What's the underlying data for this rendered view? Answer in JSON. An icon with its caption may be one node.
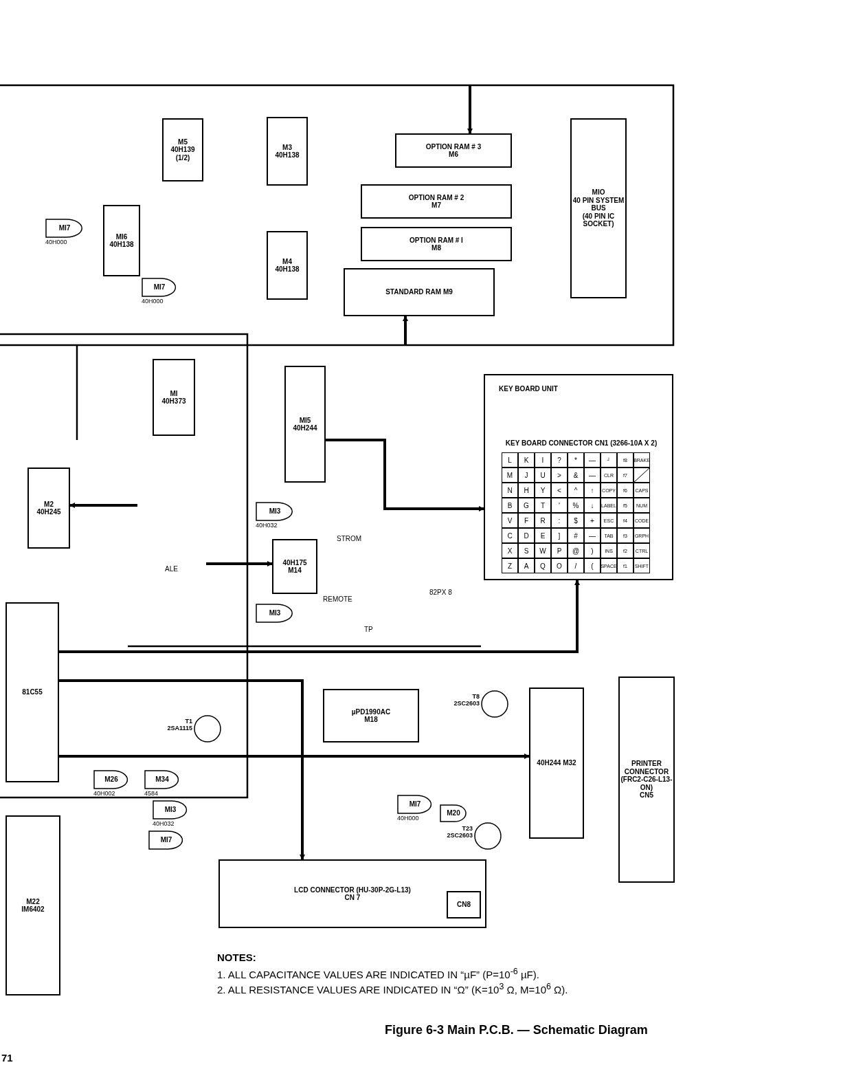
{
  "diagram": {
    "caption": "Figure 6-3 Main P.C.B. — Schematic Diagram",
    "nodes": [
      {
        "text": [
          "M5",
          "40H139 (1/2)"
        ]
      },
      {
        "text": [
          "M3",
          "40H138"
        ]
      },
      {
        "text": [
          "M4",
          "40H138"
        ]
      },
      {
        "text": [
          "MI6",
          "40H138"
        ]
      },
      {
        "text": [
          "MI7"
        ],
        "beside": [
          "40H000"
        ]
      },
      {
        "text": [
          "OPTION RAM # 3",
          "M6"
        ]
      },
      {
        "text": [
          "OPTION RAM # 2",
          "M7"
        ]
      },
      {
        "text": [
          "OPTION RAM # I",
          "M8"
        ]
      },
      {
        "text": [
          "STANDARD RAM M9"
        ]
      },
      {
        "text": [
          "MIO",
          "40 PIN SYSTEM BUS",
          "(40 PIN IC SOCKET)"
        ]
      },
      {
        "text": [
          "MI",
          "40H373"
        ]
      },
      {
        "text": [
          "M2",
          "40H245"
        ]
      },
      {
        "text": [
          "MI5",
          "40H244"
        ]
      },
      {
        "text": [
          "MI3"
        ],
        "beside": [
          "40H032"
        ]
      },
      {
        "text": [
          "40H175",
          "M14"
        ]
      },
      {
        "text": [
          "MI3"
        ]
      },
      {
        "text": [
          "81C55"
        ]
      },
      {
        "text": [
          "µPD1990AC",
          "M18"
        ]
      },
      {
        "text": [
          "T1",
          "2SA1115"
        ]
      },
      {
        "text": [
          "T8",
          "2SC2603"
        ]
      },
      {
        "text": [
          "M26"
        ],
        "beside": [
          "40H002"
        ]
      },
      {
        "text": [
          "M34"
        ],
        "beside": [
          "4584"
        ]
      },
      {
        "text": [
          "40H244 M32"
        ]
      },
      {
        "text": [
          "PRINTER CONNECTOR (FRC2-C26-L13-ON)",
          "CN5"
        ]
      },
      {
        "text": [
          "M22",
          "IM6402"
        ]
      },
      {
        "text": [
          "MI3"
        ],
        "beside": [
          "40H032"
        ]
      },
      {
        "text": [
          "MI7"
        ]
      },
      {
        "text": [
          "MI7"
        ],
        "beside": [
          "40H000"
        ]
      },
      {
        "text": [
          "M20"
        ]
      },
      {
        "text": [
          "T23",
          "2SC2603"
        ]
      },
      {
        "text": [
          "LCD CONNECTOR (HU-30P-2G-L13)",
          "CN 7"
        ]
      },
      {
        "text": [
          "CN8"
        ],
        "in": 30
      },
      {
        "text": [
          "KEY BOARD UNIT"
        ]
      },
      {
        "text": [
          "KEY BOARD CONNECTOR CN1 (3266-10A X 2)"
        ],
        "in": 32
      },
      {
        "text": [
          "MI7"
        ],
        "beside": [
          "40H000"
        ]
      }
    ],
    "edges": [
      {
        "from": 16,
        "to": 32,
        "arrow": "to"
      },
      {
        "from": 16,
        "to": 30,
        "arrow": "to"
      },
      {
        "from": 16,
        "to": 22,
        "arrow": "to"
      },
      {
        "from": 12,
        "to": 32,
        "arrow": "to"
      },
      {
        "from": null,
        "to": 11,
        "arrow": "to"
      },
      {
        "from": null,
        "to": 14,
        "arrow": "to"
      },
      {
        "from": null,
        "to": 5,
        "arrow": "to"
      },
      {
        "from": null,
        "to": 8,
        "arrow": "to"
      }
    ],
    "labels": [
      "L",
      "K",
      "I",
      "?",
      "*",
      "—",
      "┘",
      "f8",
      "BRAKE",
      "M",
      "J",
      "U",
      ">",
      "&",
      "—",
      "CLR",
      "f7",
      "N",
      "H",
      "Y",
      "<",
      "^",
      "↑",
      "COPY",
      "f6",
      "CAPS",
      "B",
      "G",
      "T",
      "'",
      "%",
      "↓",
      "LABEL",
      "f5",
      "NUM",
      "V",
      "F",
      "R",
      ":",
      "$",
      "+",
      "ESC",
      "f4",
      "CODE",
      "C",
      "D",
      "E",
      "]",
      "#",
      "—",
      "TAB",
      "f3",
      "GRPH",
      "X",
      "S",
      "W",
      "P",
      "@",
      ")",
      "INS",
      "f2",
      "CTRL",
      "Z",
      "A",
      "Q",
      "O",
      "/",
      "(",
      "SPACE",
      "f1",
      "SHIFT",
      "NOTES:",
      "1. ALL CAPACITANCE VALUES ARE INDICATED IN “µF” (P=10$^{-6}$ µF).",
      "2. ALL RESISTANCE VALUES ARE INDICATED IN “Ω” (K=10$^{3}$ Ω, M=10$^{6}$ Ω).",
      "71",
      "ALE",
      "STROM",
      "REMOTE",
      "TP",
      "82PX 8"
    ]
  }
}
